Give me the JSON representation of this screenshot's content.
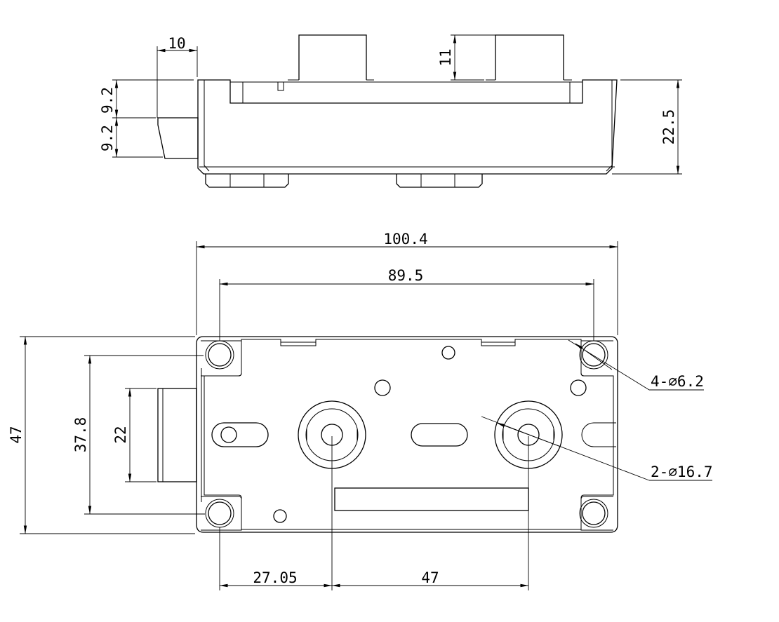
{
  "side_view": {
    "dims": {
      "flange_width": "10",
      "upper_height": "9.2",
      "lower_height": "9.2",
      "connector_height": "11",
      "total_height": "22.5"
    }
  },
  "top_view": {
    "dims": {
      "overall_width": "100.4",
      "hole_span": "89.5",
      "overall_height": "47",
      "hole_height": "37.8",
      "flange_height": "22",
      "center_offset": "27.05",
      "center_spacing": "47"
    },
    "callouts": {
      "mount_holes": "4-⌀6.2",
      "main_holes": "2-⌀16.7"
    }
  }
}
